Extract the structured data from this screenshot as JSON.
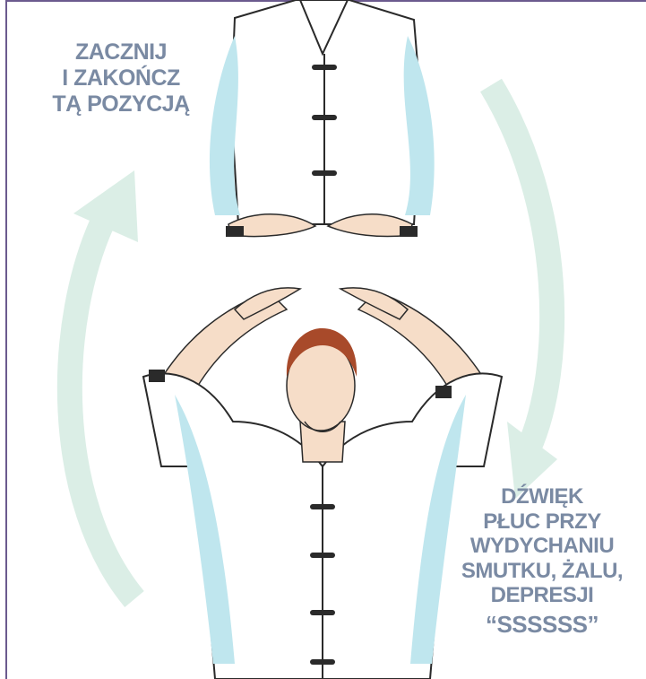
{
  "start_caption": {
    "line1": "ZACZNIJ",
    "line2": "I ZAKOŃCZ",
    "line3": "TĄ POZYCJĄ"
  },
  "sound_caption": {
    "line1": "DŹWIĘK",
    "line2": "PŁUC PRZY",
    "line3": "WYDYCHANIU",
    "line4": "SMUTKU, ŻALU,",
    "line5": "DEPRESJI",
    "line6": "“SSSSSS”"
  },
  "colors": {
    "frame": "#6b5a8e",
    "caption": "#7a8aa3",
    "arrow": "#dbeee6",
    "robe_shadow": "#bfe6ee",
    "skin": "#f6ddc8",
    "hair": "#a84a2a",
    "outline": "#2a2a2a"
  }
}
